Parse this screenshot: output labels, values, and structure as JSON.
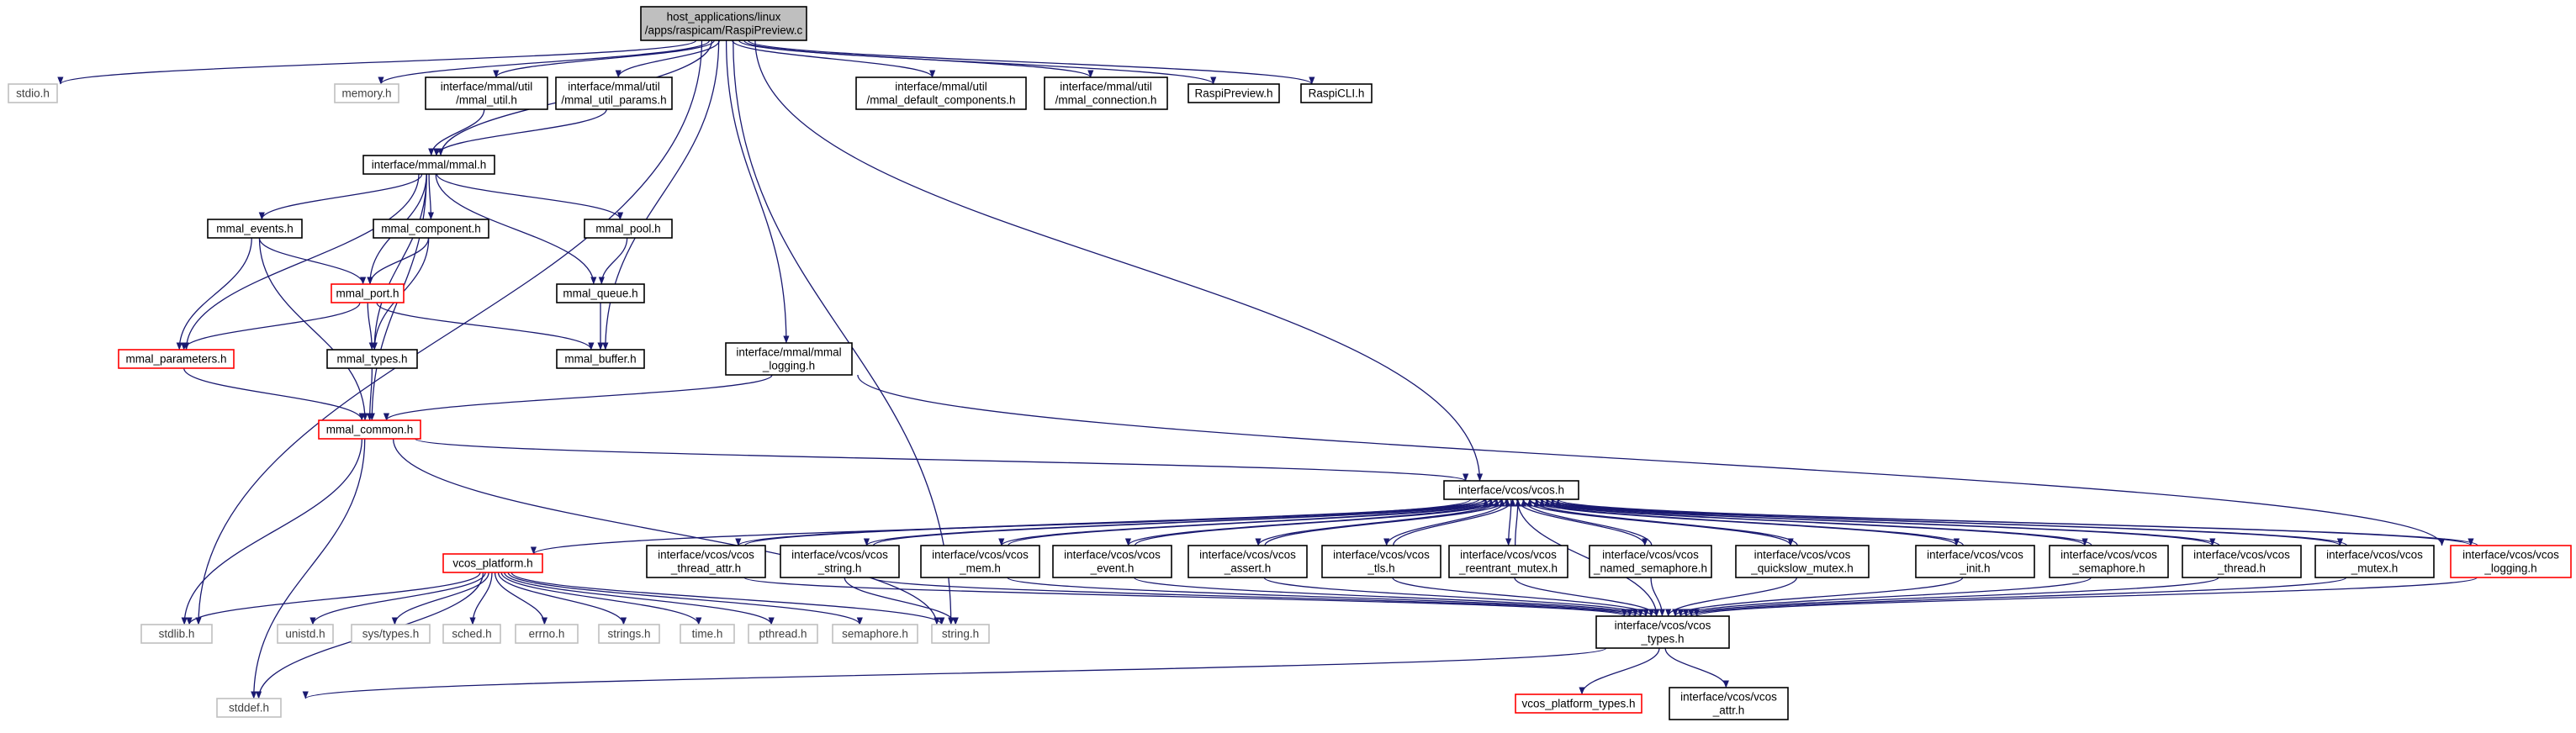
{
  "graph": {
    "edge_color": "#191970",
    "root": {
      "name": "host_applications/linux/apps/raspicam/RaspiPreview.c",
      "lines": [
        "host_applications/linux",
        "/apps/raspicam/RaspiPreview.c"
      ]
    },
    "nodes": {
      "stdio": {
        "lines": [
          "stdio.h"
        ]
      },
      "stdlib": {
        "lines": [
          "stdlib.h"
        ]
      },
      "memory": {
        "lines": [
          "memory.h"
        ]
      },
      "mmal_util": {
        "lines": [
          "interface/mmal/util",
          "/mmal_util.h"
        ]
      },
      "mmal_util_params": {
        "lines": [
          "interface/mmal/util",
          "/mmal_util_params.h"
        ]
      },
      "mmal_h": {
        "lines": [
          "interface/mmal/mmal.h"
        ]
      },
      "mmal_default_components": {
        "lines": [
          "interface/mmal/util",
          "/mmal_default_components.h"
        ]
      },
      "mmal_connection": {
        "lines": [
          "interface/mmal/util",
          "/mmal_connection.h"
        ]
      },
      "raspipreview_h": {
        "lines": [
          "RaspiPreview.h"
        ]
      },
      "raspicli_h": {
        "lines": [
          "RaspiCLI.h"
        ]
      },
      "mmal_events": {
        "lines": [
          "mmal_events.h"
        ]
      },
      "mmal_component": {
        "lines": [
          "mmal_component.h"
        ]
      },
      "mmal_pool": {
        "lines": [
          "mmal_pool.h"
        ]
      },
      "mmal_port": {
        "lines": [
          "mmal_port.h"
        ]
      },
      "mmal_queue": {
        "lines": [
          "mmal_queue.h"
        ]
      },
      "mmal_parameters": {
        "lines": [
          "mmal_parameters.h"
        ]
      },
      "mmal_types": {
        "lines": [
          "mmal_types.h"
        ]
      },
      "mmal_buffer": {
        "lines": [
          "mmal_buffer.h"
        ]
      },
      "mmal_logging": {
        "lines": [
          "interface/mmal/mmal",
          "_logging.h"
        ]
      },
      "mmal_common": {
        "lines": [
          "mmal_common.h"
        ]
      },
      "vcos_h": {
        "lines": [
          "interface/vcos/vcos.h"
        ]
      },
      "vcos_platform": {
        "lines": [
          "vcos_platform.h"
        ]
      },
      "vcos_thread_attr": {
        "lines": [
          "interface/vcos/vcos",
          "_thread_attr.h"
        ]
      },
      "vcos_string": {
        "lines": [
          "interface/vcos/vcos",
          "_string.h"
        ]
      },
      "vcos_mem": {
        "lines": [
          "interface/vcos/vcos",
          "_mem.h"
        ]
      },
      "vcos_event": {
        "lines": [
          "interface/vcos/vcos",
          "_event.h"
        ]
      },
      "vcos_assert": {
        "lines": [
          "interface/vcos/vcos",
          "_assert.h"
        ]
      },
      "vcos_tls": {
        "lines": [
          "interface/vcos/vcos",
          "_tls.h"
        ]
      },
      "vcos_reentrant_mutex": {
        "lines": [
          "interface/vcos/vcos",
          "_reentrant_mutex.h"
        ]
      },
      "vcos_named_semaphore": {
        "lines": [
          "interface/vcos/vcos",
          "_named_semaphore.h"
        ]
      },
      "vcos_quickslow_mutex": {
        "lines": [
          "interface/vcos/vcos",
          "_quickslow_mutex.h"
        ]
      },
      "vcos_init": {
        "lines": [
          "interface/vcos/vcos",
          "_init.h"
        ]
      },
      "vcos_semaphore": {
        "lines": [
          "interface/vcos/vcos",
          "_semaphore.h"
        ]
      },
      "vcos_thread": {
        "lines": [
          "interface/vcos/vcos",
          "_thread.h"
        ]
      },
      "vcos_mutex": {
        "lines": [
          "interface/vcos/vcos",
          "_mutex.h"
        ]
      },
      "vcos_logging": {
        "lines": [
          "interface/vcos/vcos",
          "_logging.h"
        ]
      },
      "unistd": {
        "lines": [
          "unistd.h"
        ]
      },
      "sys_types": {
        "lines": [
          "sys/types.h"
        ]
      },
      "sched": {
        "lines": [
          "sched.h"
        ]
      },
      "errno": {
        "lines": [
          "errno.h"
        ]
      },
      "strings": {
        "lines": [
          "strings.h"
        ]
      },
      "time_h": {
        "lines": [
          "time.h"
        ]
      },
      "pthread": {
        "lines": [
          "pthread.h"
        ]
      },
      "semaphore": {
        "lines": [
          "semaphore.h"
        ]
      },
      "string_h": {
        "lines": [
          "string.h"
        ]
      },
      "vcos_types": {
        "lines": [
          "interface/vcos/vcos",
          "_types.h"
        ]
      },
      "stddef": {
        "lines": [
          "stddef.h"
        ]
      },
      "vcos_platform_types": {
        "lines": [
          "vcos_platform_types.h"
        ]
      },
      "vcos_attr": {
        "lines": [
          "interface/vcos/vcos",
          "_attr.h"
        ]
      }
    }
  }
}
